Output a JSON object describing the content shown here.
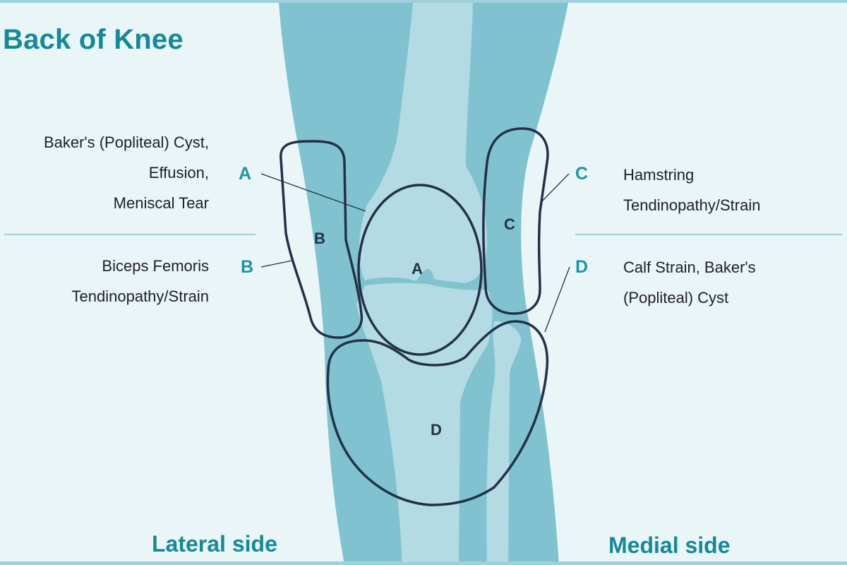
{
  "title": "Back of Knee",
  "colors": {
    "background": "#eaf5f8",
    "leg": "#80c2cf",
    "bone": "#b4dbe3",
    "outline": "#243049",
    "accent": "#13899a",
    "letter": "#1a96a6",
    "text": "#1f1f24",
    "divider": "#9fd0db"
  },
  "regions": [
    {
      "letter": "A",
      "lines": [
        "Baker's (Popliteal) Cyst,",
        "Effusion,",
        "Meniscal Tear"
      ],
      "side": "left"
    },
    {
      "letter": "B",
      "lines": [
        "Biceps Femoris",
        "Tendinopathy/Strain"
      ],
      "side": "left"
    },
    {
      "letter": "C",
      "lines": [
        "Hamstring",
        "Tendinopathy/Strain"
      ],
      "side": "right"
    },
    {
      "letter": "D",
      "lines": [
        "Calf Strain, Baker's",
        "(Popliteal) Cyst"
      ],
      "side": "right"
    }
  ],
  "zone_labels": {
    "a": "A",
    "b": "B",
    "c": "C",
    "d": "D"
  },
  "side_labels": {
    "lateral": "Lateral side",
    "medial": "Medial side"
  }
}
